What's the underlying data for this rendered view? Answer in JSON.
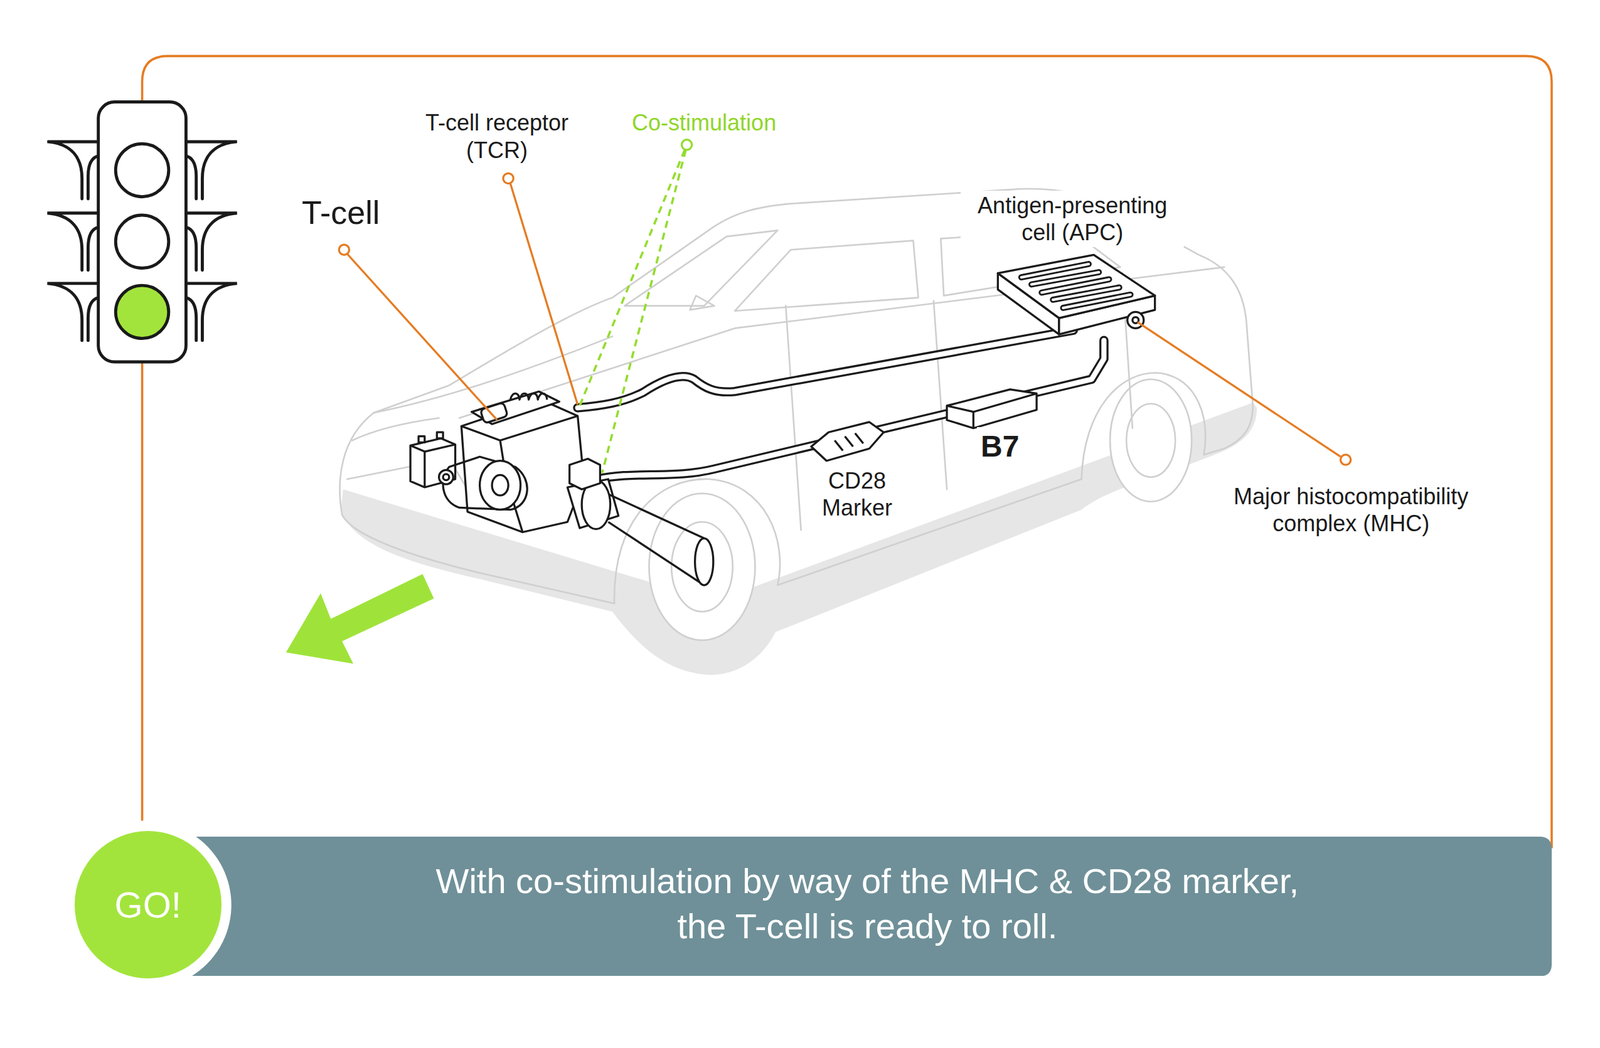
{
  "diagram": {
    "nodes": [
      {
        "text": [
          "GO!"
        ]
      },
      {
        "text": [
          "With co-stimulation by way of the MHC & CD28 marker, the T-cell is ready to roll."
        ]
      }
    ],
    "labels": [
      "T-cell receptor (TCR)",
      "Co-stimulation",
      "T-cell",
      "Antigen-presenting cell (APC)",
      "B7",
      "CD28 Marker",
      "Major histocompatibility complex (MHC)"
    ]
  }
}
